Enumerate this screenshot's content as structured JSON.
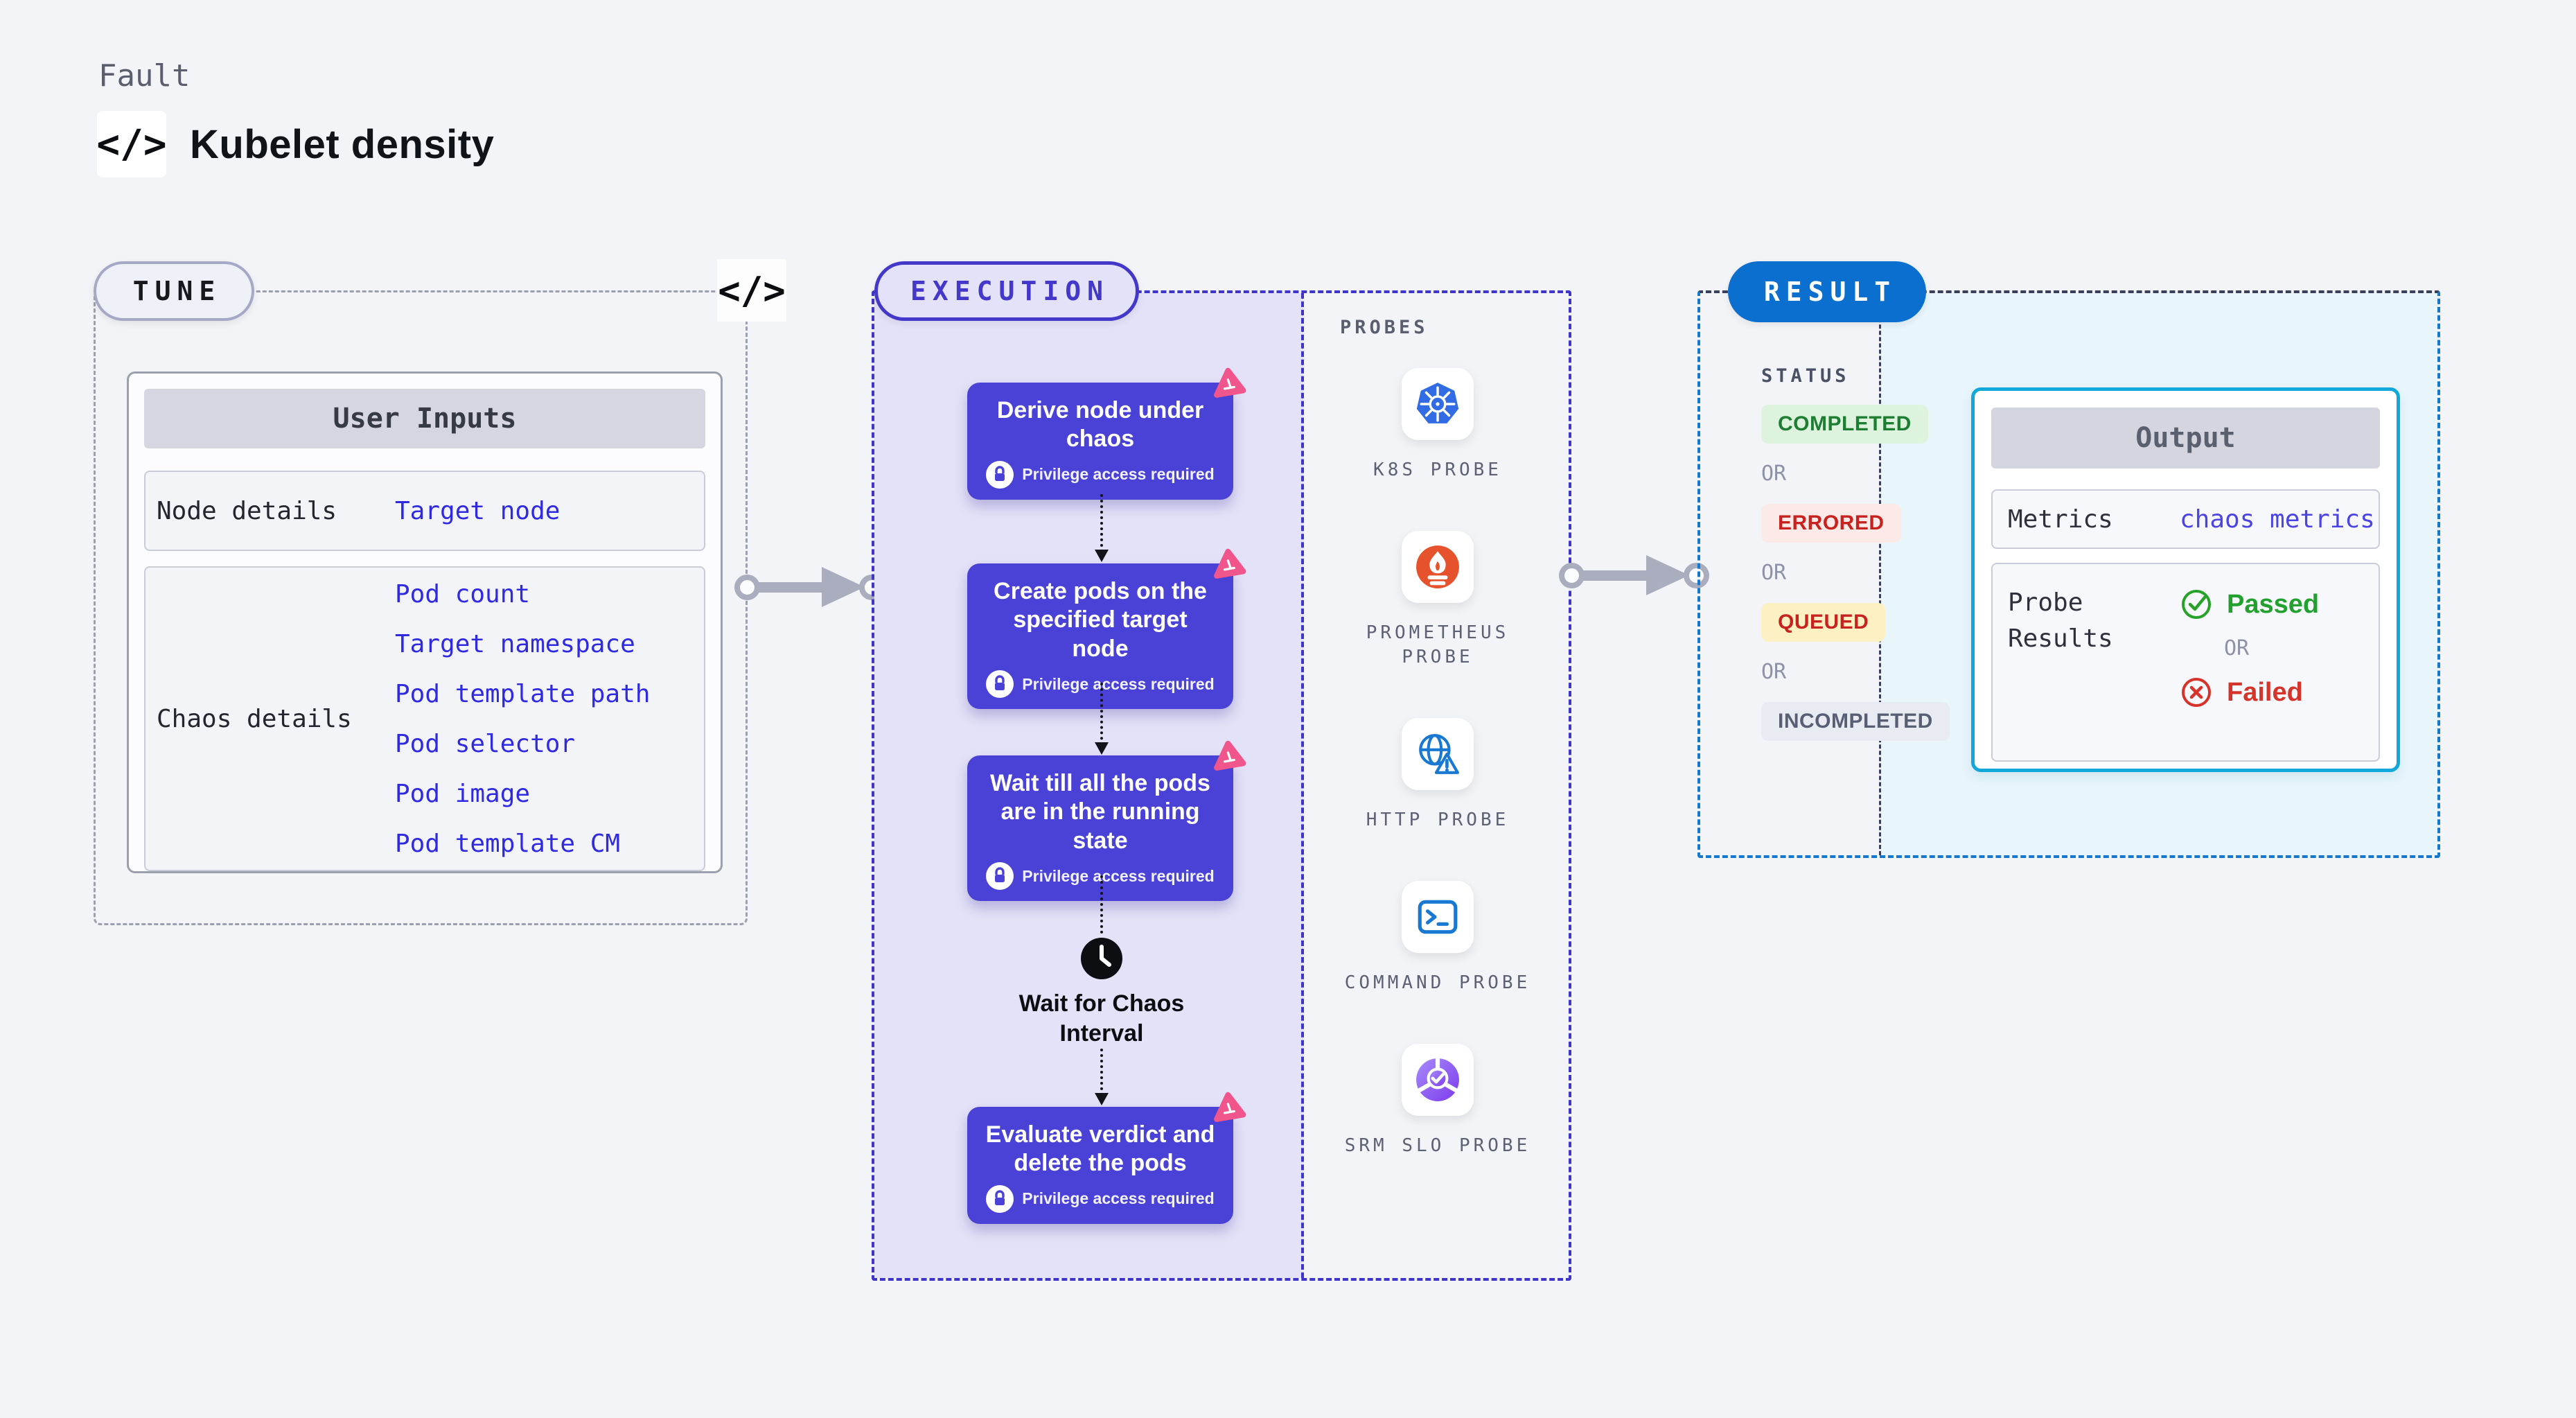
{
  "header": {
    "kicker": "Fault",
    "title": "Kubelet density",
    "code_glyph": "</>"
  },
  "tune": {
    "label": "TUNE",
    "table": {
      "title": "User Inputs",
      "rows": [
        {
          "label": "Node details",
          "links": [
            "Target node"
          ]
        },
        {
          "label": "Chaos details",
          "links": [
            "Pod count",
            "Target namespace",
            "Pod template path",
            "Pod selector",
            "Pod image",
            "Pod template CM"
          ]
        }
      ]
    }
  },
  "execution": {
    "label": "EXECUTION",
    "privilege_note": "Privilege access required",
    "steps": [
      {
        "title": "Derive node under chaos"
      },
      {
        "title": "Create pods on the specified target node"
      },
      {
        "title": "Wait till all the pods are in the running state"
      },
      {
        "title": "Evaluate verdict and delete the pods"
      }
    ],
    "wait_label": "Wait for Chaos Interval"
  },
  "probes": {
    "label": "PROBES",
    "items": [
      {
        "name": "K8S PROBE",
        "icon": "kubernetes-icon"
      },
      {
        "name": "PROMETHEUS PROBE",
        "icon": "prometheus-icon"
      },
      {
        "name": "HTTP PROBE",
        "icon": "globe-warning-icon"
      },
      {
        "name": "COMMAND PROBE",
        "icon": "terminal-icon"
      },
      {
        "name": "SRM SLO PROBE",
        "icon": "slo-pie-check-icon"
      }
    ]
  },
  "result": {
    "label": "RESULT",
    "status_title": "STATUS",
    "or_label": "OR",
    "statuses": [
      {
        "text": "COMPLETED",
        "kind": "success"
      },
      {
        "text": "ERRORED",
        "kind": "error"
      },
      {
        "text": "QUEUED",
        "kind": "warning"
      },
      {
        "text": "INCOMPLETED",
        "kind": "muted"
      }
    ],
    "output": {
      "title": "Output",
      "metrics_label": "Metrics",
      "metrics_link": "chaos metrics",
      "probe_results_label": "Probe Results",
      "passed_label": "Passed",
      "failed_label": "Failed"
    }
  },
  "colors": {
    "page_bg": "#f3f4f7",
    "lavender_bg": "#e4e2f8",
    "indigo": "#4338ca",
    "step_box": "#4a41d6",
    "result_blue": "#0b6fd0",
    "cyan_border": "#12a8da",
    "cyan_bg": "#e8f5fb",
    "link_blue": "#2f2ae2",
    "metrics_link_blue": "#4b43e2",
    "litmus_pink": "#f0568c",
    "success_green": "#1d7e33",
    "fail_red": "#c8221f",
    "gray_dash": "#9ba0ae",
    "dark_dash": "#39415a"
  }
}
